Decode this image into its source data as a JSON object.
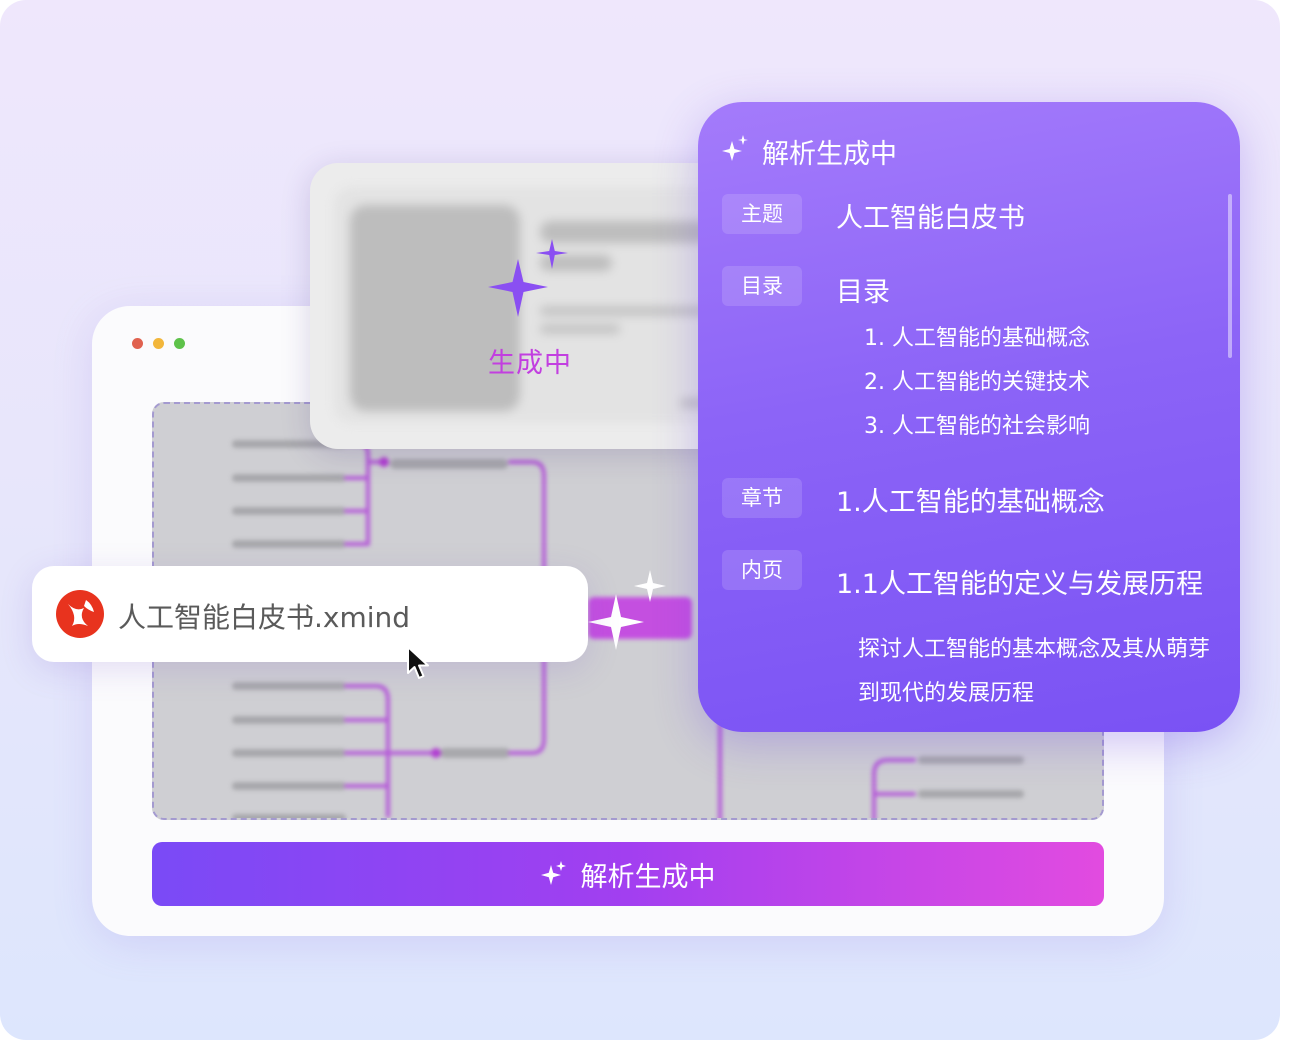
{
  "colors": {
    "accent_purple": "#7a4af6",
    "accent_pink": "#e24be0",
    "preview_label": "#c23fe0",
    "panel_start": "#a47bfb",
    "panel_end": "#7a52f4",
    "dot_red": "#e0614f",
    "dot_yellow": "#f2b63b",
    "dot_green": "#5ec24a"
  },
  "window": {
    "generate_button_label": "解析生成中",
    "generate_button_icon": "sparkle-icon"
  },
  "preview": {
    "label": "生成中",
    "icon": "sparkle-icon"
  },
  "file": {
    "name": "人工智能白皮书.xmind",
    "icon": "xmind-logo-icon"
  },
  "panel": {
    "title": "解析生成中",
    "title_icon": "sparkle-icon",
    "topic_label": "主题",
    "topic_value": "人工智能白皮书",
    "toc_label": "目录",
    "toc_title": "目录",
    "toc_items": [
      "1.  人工智能的基础概念",
      "2.  人工智能的关键技术",
      "3.  人工智能的社会影响"
    ],
    "chapter_label": "章节",
    "chapter_value": "1.人工智能的基础概念",
    "page_label": "内页",
    "page_value": "1.1人工智能的定义与发展历程",
    "page_description": "探讨人工智能的基本概念及其从萌芽到现代的发展历程"
  }
}
